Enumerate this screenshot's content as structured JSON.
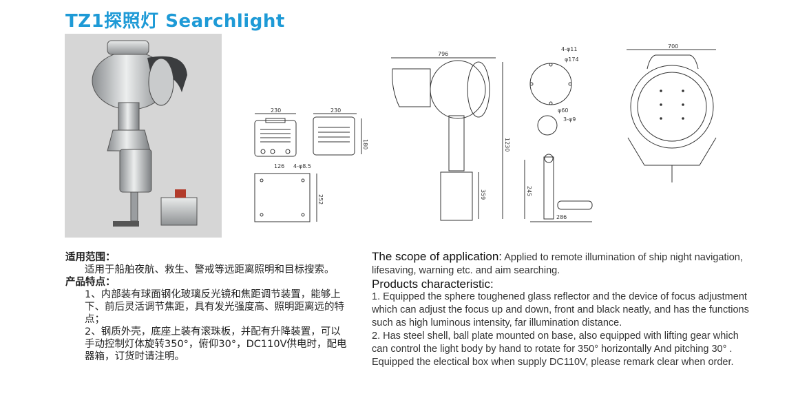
{
  "title": "TZ1探照灯 Searchlight",
  "dimensions": {
    "box_width_a": "230",
    "box_width_b": "230",
    "box_height": "180",
    "base_offset": "126",
    "base_holes": "4-φ8.5",
    "base_depth": "252",
    "lamp_depth": "796",
    "total_height": "1230",
    "column_height": "359",
    "flange_holes": "4-φ11",
    "flange_pcd": "φ174",
    "stand_dia": "φ60",
    "stand_holes": "3-φ9",
    "lever_height": "245",
    "lever_length": "286",
    "lamp_width": "700"
  },
  "cn": {
    "scope_heading": "适用范围：",
    "scope_text": "适用于船舶夜航、救生、警戒等远距离照明和目标搜索。",
    "features_heading": "产品特点：",
    "feature1": "1、内部装有球面钢化玻璃反光镜和焦距调节装置，能够上下、前后灵活调节焦距，具有发光强度高、照明距离远的特点；",
    "feature2": "2、钢质外壳，底座上装有滚珠板，并配有升降装置，可以手动控制灯体旋转350°，俯仰30°，DC110V供电时，配电器箱，订货时请注明。"
  },
  "en": {
    "scope_heading": "The scope of application:",
    "scope_text": "Applied to remote illumination of ship night navigation, lifesaving, warning etc. and aim searching.",
    "features_heading": "Products characteristic:",
    "feature1": "1. Equipped the sphere toughened glass reflector and the device of focus adjustment which can adjust the focus up and down, front and black neatly, and has the functions such as high luminous intensity, far illumination distance.",
    "feature2": "2. Has steel shell, ball plate mounted on base, also equipped with lifting gear which can control the light body by hand to rotate for 350° horizontally And pitching 30° . Equipped the electical box when supply DC110V, please remark clear when order."
  }
}
